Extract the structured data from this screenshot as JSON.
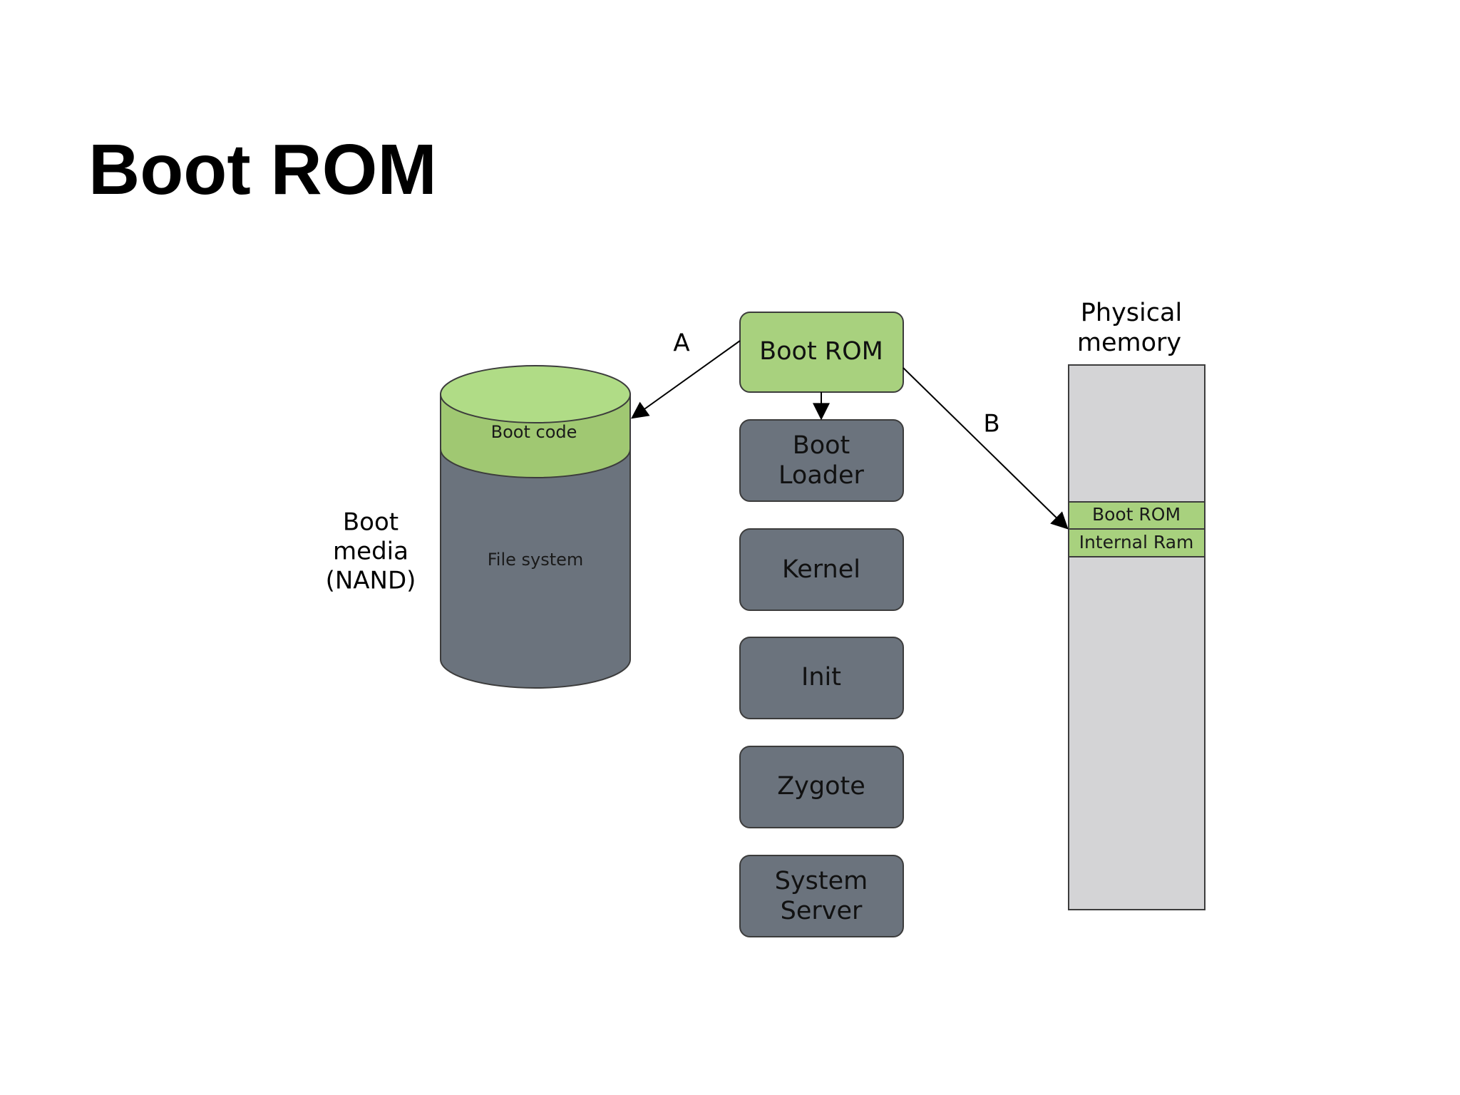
{
  "slide": {
    "title": "Boot ROM"
  },
  "colors": {
    "green": "#a8d17e",
    "green_dark": "#98c26c",
    "slate": "#6b737d",
    "memory_gray": "#d4d4d6",
    "outline": "#3c3c3c"
  },
  "boot_media": {
    "label_lines": [
      "Boot",
      "media",
      "(NAND)"
    ],
    "boot_code_label": "Boot code",
    "file_system_label": "File system"
  },
  "boot_sequence": [
    {
      "id": "boot-rom",
      "lines": [
        "Boot ROM"
      ],
      "highlight": true
    },
    {
      "id": "boot-loader",
      "lines": [
        "Boot",
        "Loader"
      ],
      "highlight": false
    },
    {
      "id": "kernel",
      "lines": [
        "Kernel"
      ],
      "highlight": false
    },
    {
      "id": "init",
      "lines": [
        "Init"
      ],
      "highlight": false
    },
    {
      "id": "zygote",
      "lines": [
        "Zygote"
      ],
      "highlight": false
    },
    {
      "id": "system-server",
      "lines": [
        "System",
        "Server"
      ],
      "highlight": false
    }
  ],
  "physical_memory": {
    "label_lines": [
      "Physical",
      "memory"
    ],
    "regions": [
      "Boot ROM",
      "Internal Ram"
    ]
  },
  "arrows": {
    "a_label": "A",
    "b_label": "B"
  }
}
